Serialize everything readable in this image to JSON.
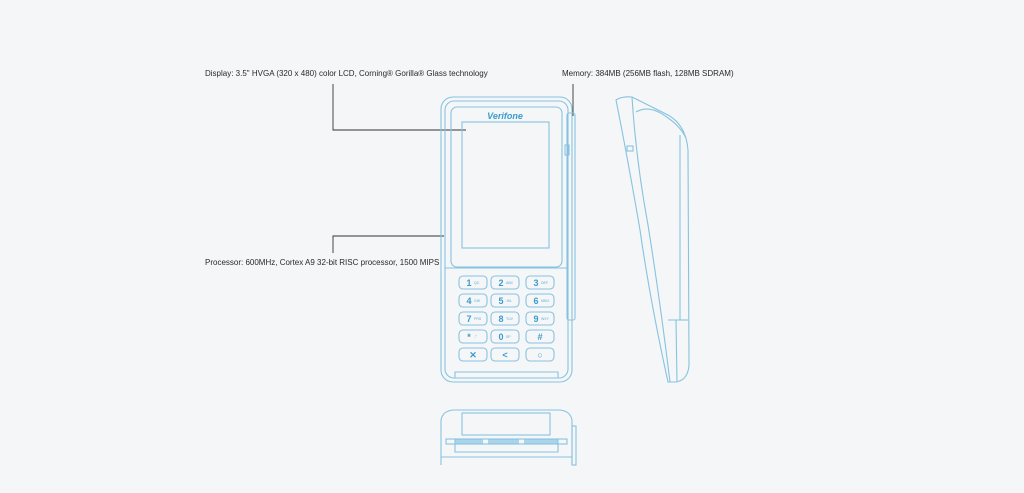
{
  "callouts": {
    "display": "Display: 3.5\" HVGA (320 x 480) color LCD, Corning® Gorilla® Glass technology",
    "memory": "Memory: 384MB (256MB flash, 128MB SDRAM)",
    "processor": "Processor: 600MHz, Cortex A9 32-bit RISC processor, 1500 MIPS"
  },
  "device": {
    "brand": "Verifone",
    "line_color": "#86c3e0",
    "keys": [
      {
        "main": "1",
        "sub": "QZ."
      },
      {
        "main": "2",
        "sub": "ABC"
      },
      {
        "main": "3",
        "sub": "DEF"
      },
      {
        "main": "4",
        "sub": "GHI"
      },
      {
        "main": "5",
        "sub": "JKL"
      },
      {
        "main": "6",
        "sub": "MNO"
      },
      {
        "main": "7",
        "sub": "PRS"
      },
      {
        "main": "8",
        "sub": "TUV"
      },
      {
        "main": "9",
        "sub": "WXY"
      },
      {
        "main": "*",
        "sub": ",'\""
      },
      {
        "main": "0",
        "sub": "SP"
      },
      {
        "main": "#",
        "sub": ""
      },
      {
        "main": "✕",
        "sub": ""
      },
      {
        "main": "<",
        "sub": ""
      },
      {
        "main": "○",
        "sub": ""
      }
    ]
  }
}
